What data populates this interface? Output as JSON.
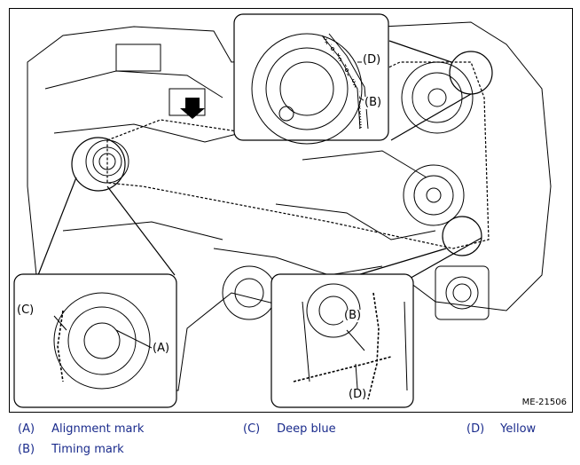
{
  "figure": {
    "id": "ME-21506",
    "callouts": {
      "a": "(A)",
      "b": "(B)",
      "c": "(C)",
      "d": "(D)"
    }
  },
  "legend": [
    {
      "key": "(A)",
      "label": "Alignment mark"
    },
    {
      "key": "(B)",
      "label": "Timing mark"
    },
    {
      "key": "(C)",
      "label": "Deep blue"
    },
    {
      "key": "(D)",
      "label": "Yellow"
    }
  ],
  "colors": {
    "legend_text": "#1a2b8c",
    "line_art": "#000000",
    "background": "#ffffff"
  }
}
